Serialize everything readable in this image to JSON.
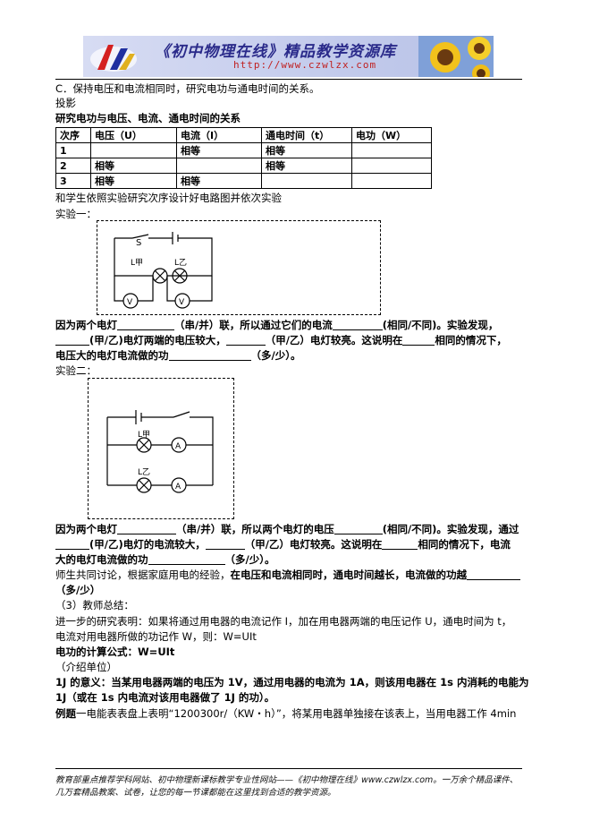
{
  "header": {
    "title": "《初中物理在线》精品教学资源库",
    "url": "http://www.czwlzx.com"
  },
  "lines": {
    "option_c": "C．保持电压和电流相同时，研究电功与通电时间的关系。",
    "projection": "投影",
    "table_title": "研究电功与电压、电流、通电时间的关系",
    "instruction": "和学生依照实验研究次序设计好电路图并依次实验",
    "exp1": "实验一：",
    "exp1_p1a": "因为两个电灯",
    "exp1_p1b": "（串/并）联，所以通过它们的电流",
    "exp1_p1c": "(相同/不同)。实验发现，",
    "exp1_p2a": "(甲/乙)电灯两端的电压较大，",
    "exp1_p2b": "（甲/乙）电灯较亮。这说明在",
    "exp1_p2c": "相同的情况下，",
    "exp1_p3a": "电压大的电灯电流做的功",
    "exp1_p3b": "（多/少）。",
    "exp2": "实验二：",
    "exp2_p1a": "因为两个电灯",
    "exp2_p1b": "（串/并）联，所以两个电灯的电压",
    "exp2_p1c": "(相同/不同)。实验发现，通过",
    "exp2_p2a": "(甲/乙)电灯的电流较大，",
    "exp2_p2b": "（甲/乙）电灯较亮。这说明在",
    "exp2_p2c": "相同的情况下，电流",
    "exp2_p3a": "大的电灯电流做的功",
    "exp2_p3b": "（多/少）。",
    "discuss_a": "师生共同讨论，根据家庭用电的经验，",
    "discuss_b": "在电压和电流相同时，通电时间越长，电流做的功越",
    "discuss_c": "（多/少）",
    "summary_head": "（3）教师总结：",
    "summary_1": "进一步的研究表明：如果将通过用电器的电流记作 I，加在用电器两端的电压记作 U，通电时间为 t，",
    "summary_2": "电流对用电器所做的功记作 W，则：W=UIt",
    "formula": "电功的计算公式：W=UIt",
    "unit_intro": "（介绍单位）",
    "meaning_1": "1J 的意义：当某用电器两端的电压为 1V，通过用电器的电流为 1A，则该用电器在 1s 内消耗的电能为",
    "meaning_2": "1J（或在 1s 内电流对该用电器做了 1J 的功）。",
    "example_label": "例题",
    "example_text": "一电能表表盘上表明“1200300r/（KW・h）”，将某用电器单独接在该表上，当用电器工作 4min"
  },
  "table": {
    "headers": [
      "次序",
      "电压（U）",
      "电流（I）",
      "通电时间（t）",
      "电功（W）"
    ],
    "rows": [
      [
        "1",
        "",
        "相等",
        "相等",
        ""
      ],
      [
        "2",
        "相等",
        "",
        "相等",
        ""
      ],
      [
        "3",
        "相等",
        "相等",
        "",
        ""
      ]
    ]
  },
  "circuit": {
    "switch": "S",
    "lamp_jia": "L甲",
    "lamp_yi": "L乙",
    "voltmeter": "V",
    "ammeter": "A"
  },
  "footer": {
    "line1": "教育部重点推荐学科网站、初中物理新课标教学专业性网站——《初中物理在线》www.czwlzx.com。一万余个精品课件、",
    "line2": "几万套精品教案、试卷，让您的每一节课都能在这里找到合适的教学资源。"
  }
}
